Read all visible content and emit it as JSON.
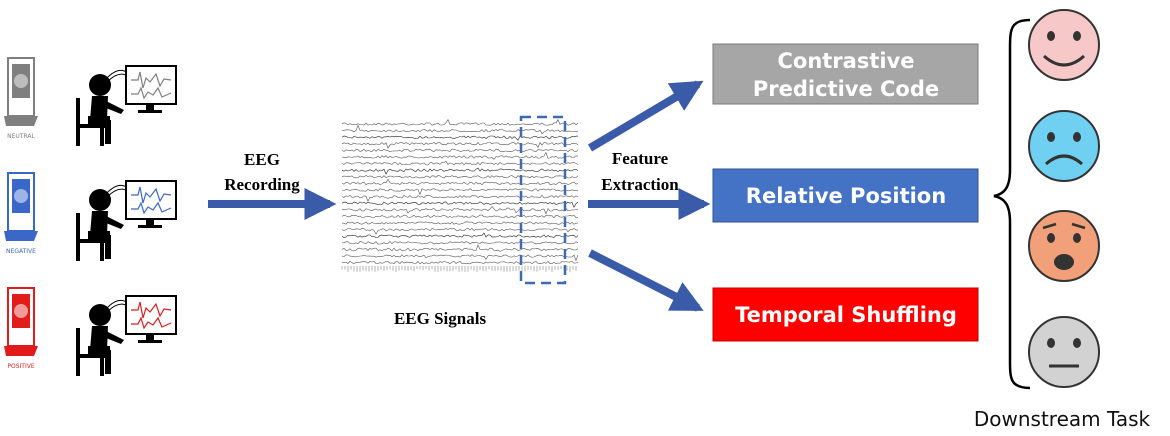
{
  "colors": {
    "arrow": "#3a5ba8",
    "neutral": "#888888",
    "negative": "#3b67c8",
    "positive": "#e21b1b",
    "box_gray": "#a6a6a6",
    "box_blue": "#4472c4",
    "box_red": "#ff0000",
    "face_pink": "#f7c8c8",
    "face_blue": "#6fd0f2",
    "face_orange": "#f2a07a",
    "face_gray": "#d2d2d2"
  },
  "subjects": [
    {
      "label": "NEUTRAL",
      "color": "#7f7f7f",
      "icon": "neutral-computer-icon"
    },
    {
      "label": "NEGATIVE",
      "color": "#3b67c8",
      "icon": "negative-computer-icon"
    },
    {
      "label": "POSITIVE",
      "color": "#e21b1b",
      "icon": "positive-computer-icon"
    }
  ],
  "eeg_recording": {
    "line1": "EEG",
    "line2": "Recording"
  },
  "eeg_signals": {
    "label": "EEG Signals"
  },
  "feature_extraction": {
    "line1": "Feature",
    "line2": "Extraction"
  },
  "tasks": [
    {
      "line1": "Contrastive",
      "line2": "Predictive Code",
      "color": "#a6a6a6"
    },
    {
      "line1": "Relative Position",
      "color": "#4472c4"
    },
    {
      "line1": "Temporal Shuffling",
      "color": "#ff0000"
    }
  ],
  "downstream": {
    "label": "Downstream Task"
  },
  "faces": [
    {
      "name": "happy-face-icon",
      "color": "#f7c8c8"
    },
    {
      "name": "sad-face-icon",
      "color": "#6fd0f2"
    },
    {
      "name": "fearful-face-icon",
      "color": "#f2a07a"
    },
    {
      "name": "neutral-face-icon",
      "color": "#d2d2d2"
    }
  ]
}
